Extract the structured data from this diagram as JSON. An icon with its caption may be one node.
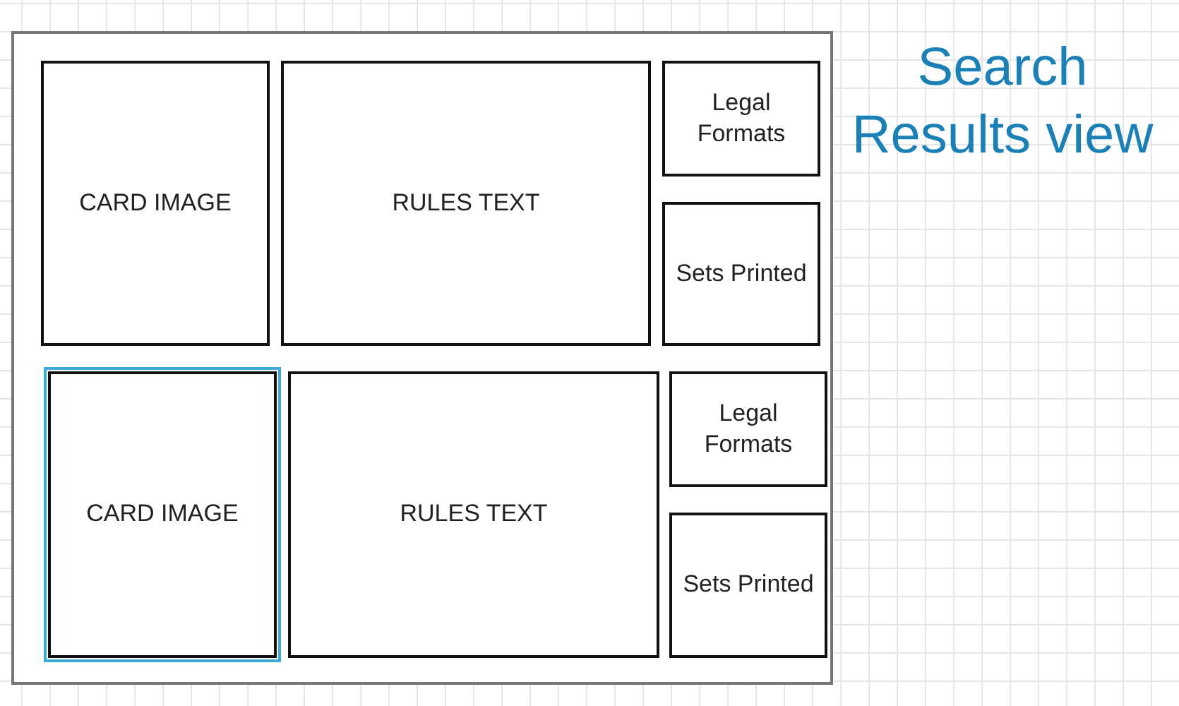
{
  "diagram": {
    "title": "Search Results view",
    "nodes": [
      {
        "text": [],
        "shape": "box"
      },
      {
        "text": [
          "CARD IMAGE"
        ],
        "in": 0
      },
      {
        "text": [
          "RULES TEXT"
        ],
        "in": 0
      },
      {
        "text": [
          "Legal Formats"
        ],
        "in": 0
      },
      {
        "text": [
          "Sets Printed"
        ],
        "in": 0
      },
      {
        "text": [
          "CARD IMAGE"
        ],
        "in": 0
      },
      {
        "text": [
          "RULES TEXT"
        ],
        "in": 0
      },
      {
        "text": [
          "Legal Formats"
        ],
        "in": 0
      },
      {
        "text": [
          "Sets Printed"
        ],
        "in": 0
      }
    ]
  }
}
